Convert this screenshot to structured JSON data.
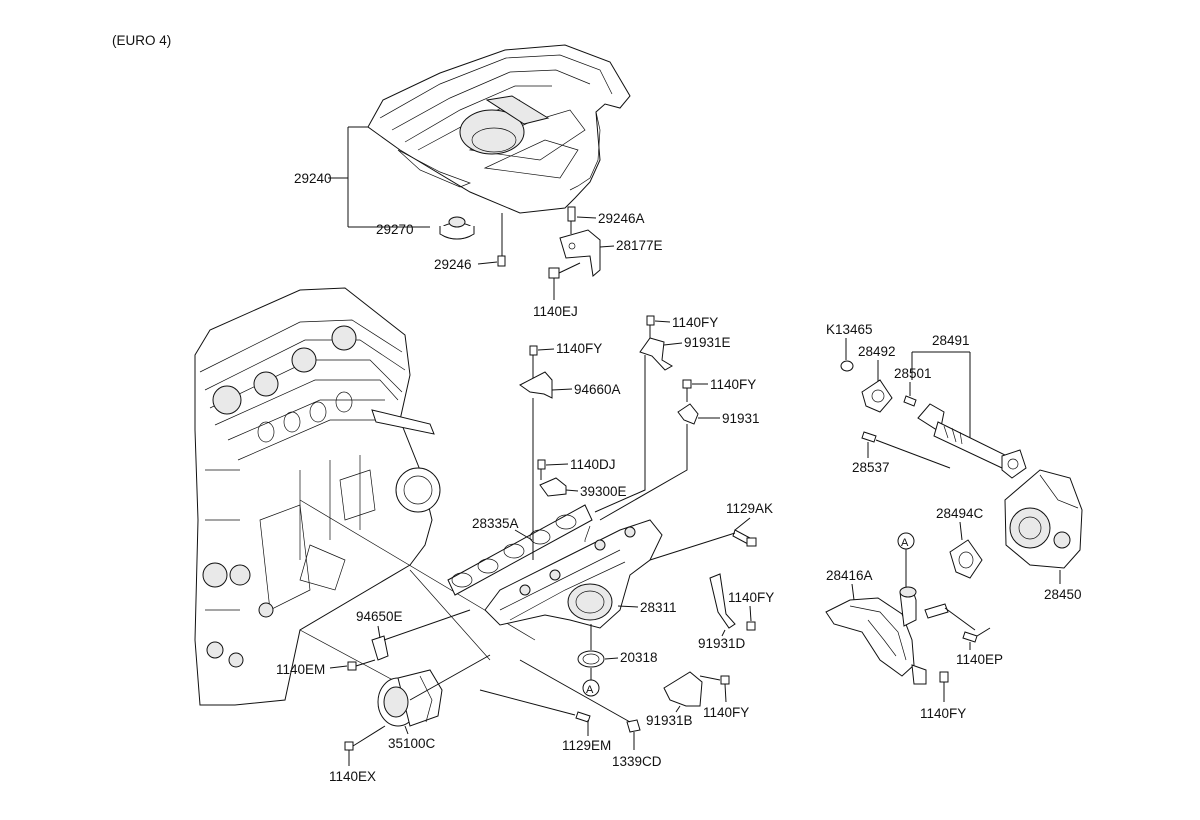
{
  "header": {
    "variant": "(EURO 4)"
  },
  "callouts": {
    "29240": "29240",
    "29270": "29270",
    "29246": "29246",
    "29246A": "29246A",
    "28177E": "28177E",
    "1140EJ": "1140EJ",
    "1140FY_1": "1140FY",
    "91931E": "91931E",
    "1140FY_2": "1140FY",
    "94660A": "94660A",
    "1140FY_3": "1140FY",
    "91931": "91931",
    "1140DJ": "1140DJ",
    "39300E": "39300E",
    "28335A": "28335A",
    "1129AK": "1129AK",
    "28311": "28311",
    "1140FY_4": "1140FY",
    "91931D": "91931D",
    "94650E": "94650E",
    "1140EM": "1140EM",
    "20318": "20318",
    "A_1": "A",
    "91931B": "91931B",
    "1140FY_5": "1140FY",
    "35100C": "35100C",
    "1129EM": "1129EM",
    "1339CD": "1339CD",
    "1140EX": "1140EX",
    "K13465": "K13465",
    "28491": "28491",
    "28492": "28492",
    "28501": "28501",
    "28537": "28537",
    "28494C": "28494C",
    "A_2": "A",
    "28416A": "28416A",
    "28450": "28450",
    "1140EP": "1140EP",
    "1140FY_6": "1140FY"
  }
}
